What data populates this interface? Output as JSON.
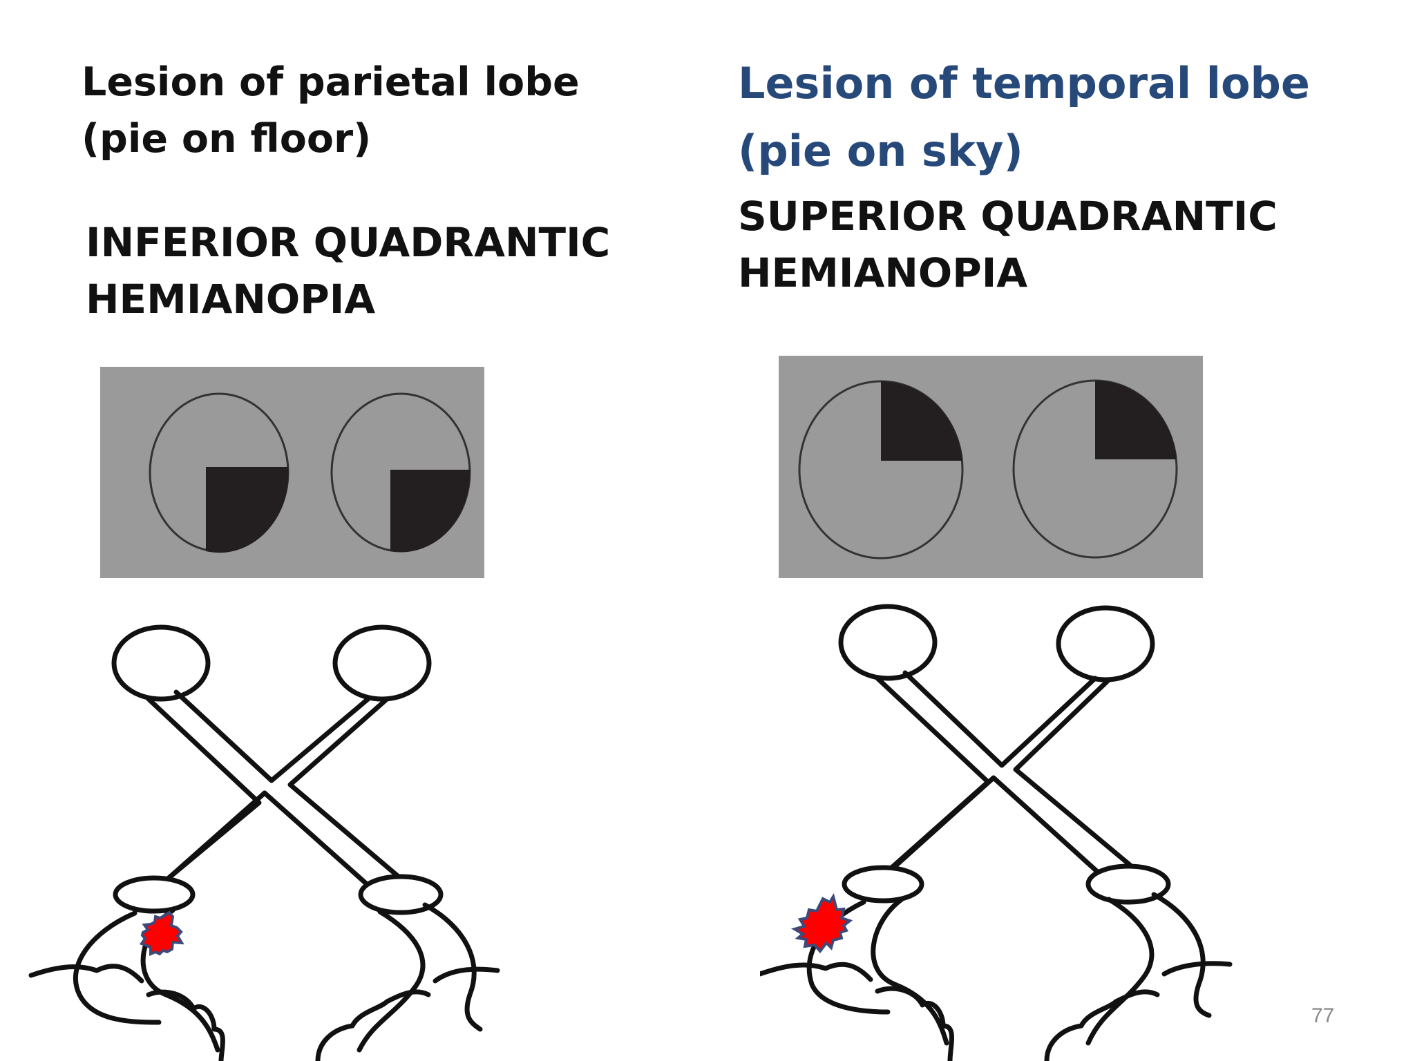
{
  "left": {
    "title_line1": "Lesion of parietal lobe",
    "title_line2": "(pie on floor)",
    "subtitle_line1": "INFERIOR QUADRANTIC",
    "subtitle_line2": "HEMIANOPIA",
    "defect_quadrant": "lower-right"
  },
  "right": {
    "title_line1": "Lesion of temporal lobe",
    "title_line2": "(pie on sky)",
    "subtitle_line1": "SUPERIOR QUADRANTIC",
    "subtitle_line2": "HEMIANOPIA",
    "defect_quadrant": "upper-right"
  },
  "colors": {
    "title_blue": "#27497a",
    "lesion_red": "#ff0000",
    "lesion_outline": "#3b4a7a",
    "field_background": "#9a9a9a",
    "defect_fill": "#231f20"
  },
  "page_number": "77"
}
